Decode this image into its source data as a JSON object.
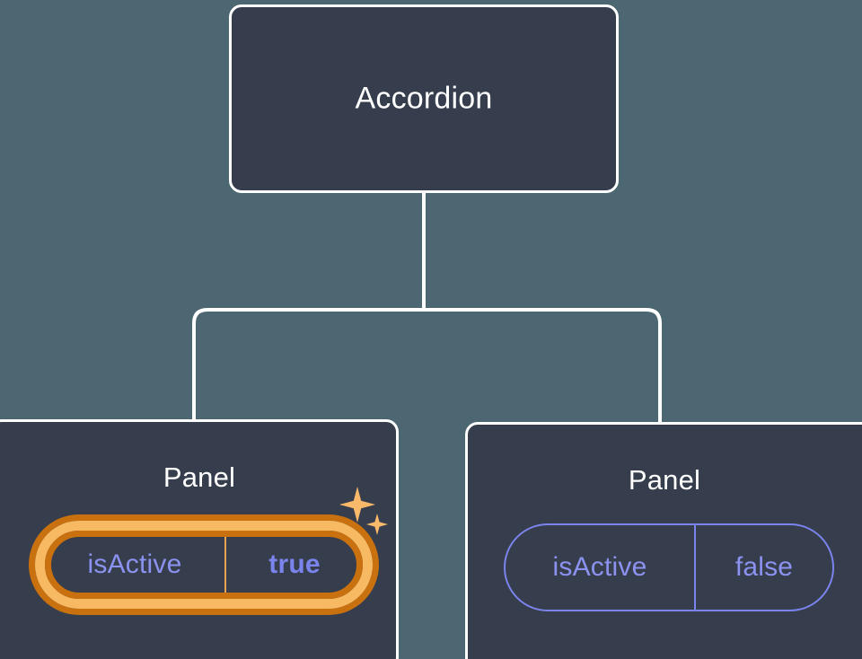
{
  "diagram": {
    "type": "component-tree",
    "background_color": "#4d6772",
    "node_fill_color": "#363e4d",
    "node_border_color": "#ffffff",
    "connector_color": "#ffffff",
    "highlight_ring_inner_color": "#f8b963",
    "highlight_ring_outer_color": "#c9700f",
    "prop_text_color": "#8b92f0",
    "prop_border_color": "#7b83ec",
    "sparkle_color": "#f9b96a"
  },
  "root": {
    "label": "Accordion"
  },
  "panels": [
    {
      "label": "Panel",
      "prop": {
        "key": "isActive",
        "value": "true",
        "highlighted": true,
        "sparkles": true
      }
    },
    {
      "label": "Panel",
      "prop": {
        "key": "isActive",
        "value": "false",
        "highlighted": false,
        "sparkles": false
      }
    }
  ]
}
